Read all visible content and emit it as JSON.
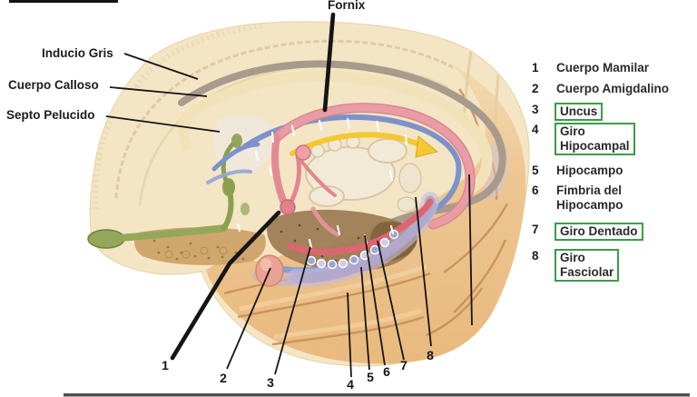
{
  "figure": {
    "title_label": "Fornix",
    "left_labels": [
      {
        "text": "Inducio Gris"
      },
      {
        "text": "Cuerpo Calloso"
      },
      {
        "text": "Septo Pelucido"
      }
    ],
    "pointer_numbers": [
      "1",
      "2",
      "3",
      "4",
      "5",
      "6",
      "7",
      "8"
    ]
  },
  "legend": {
    "items": [
      {
        "num": "1",
        "label": "Cuerpo Mamilar",
        "boxed": false
      },
      {
        "num": "2",
        "label": "Cuerpo Amigdalino",
        "boxed": false
      },
      {
        "num": "3",
        "label": "Uncus",
        "boxed": true
      },
      {
        "num": "4",
        "label": "Giro\nHipocampal",
        "boxed": true
      },
      {
        "num": "5",
        "label": "Hipocampo",
        "boxed": false
      },
      {
        "num": "6",
        "label": "Fimbria del\nHipocampo",
        "boxed": false
      },
      {
        "num": "7",
        "label": "Giro Dentado",
        "boxed": true
      },
      {
        "num": "8",
        "label": "Giro\nFasciolar",
        "boxed": true
      }
    ],
    "box_color": "#3d9c47"
  },
  "colors": {
    "background": "#ffffff",
    "leader_line": "#151515",
    "cortex_cream": "#f4e5c5",
    "temporal_tan": "#e9b97e",
    "sulcus_brown": "#c58d54",
    "gray_band": "#a89b8b",
    "fornix_pink": "#e6949c",
    "fimbria_red": "#dc6571",
    "stria_blue": "#7d92ca",
    "stria_yellow": "#f3c832",
    "olfactory_green": "#95a85a",
    "hypothalamus_brown": "#9a7b53",
    "dentate_lavender": "#b2a6cc",
    "amygdala_pink": "#eaa392"
  }
}
